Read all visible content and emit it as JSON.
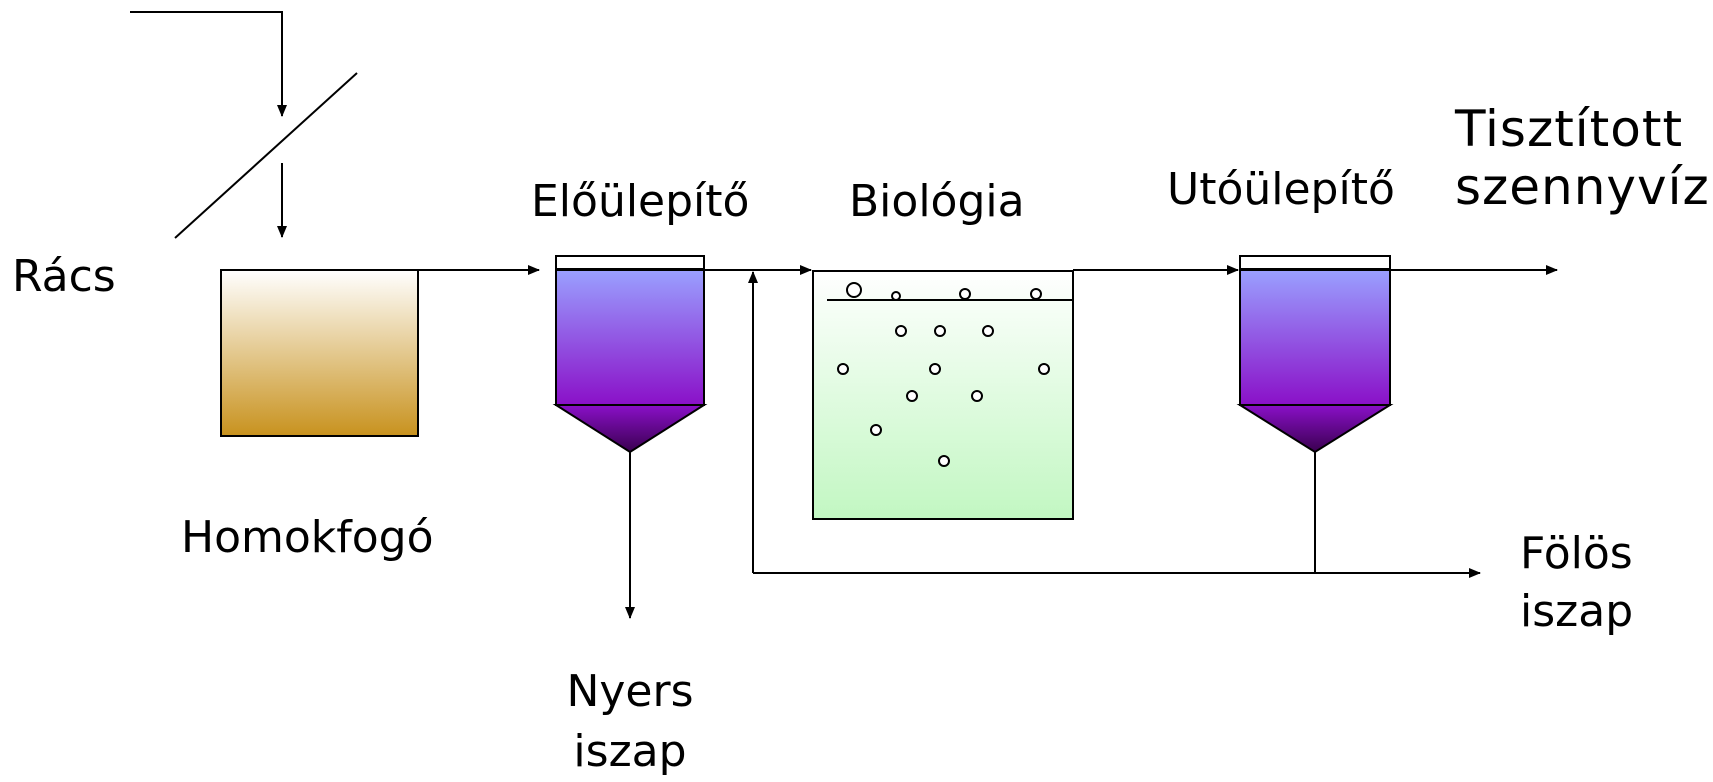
{
  "labels": {
    "racs": "Rács",
    "homokfogo": "Homokfogó",
    "eloulepito": "Előülepítő",
    "biologia": "Biológia",
    "utoulepito": "Utóülepítő",
    "tisztitott_line1": "Tisztított",
    "tisztitott_line2": "szennyvíz",
    "nyers_line1": "Nyers",
    "nyers_line2": "iszap",
    "folos_line1": "Fölös",
    "folos_line2": "iszap"
  },
  "colors": {
    "sand_top": "#ffffff",
    "sand_bottom": "#c8921e",
    "settler_top": "#9aa0ff",
    "settler_bottom": "#8a10c8",
    "cone_dark": "#3a0050",
    "bio_top": "#ffffff",
    "bio_bottom": "#c2f7c2",
    "line": "#000000"
  }
}
